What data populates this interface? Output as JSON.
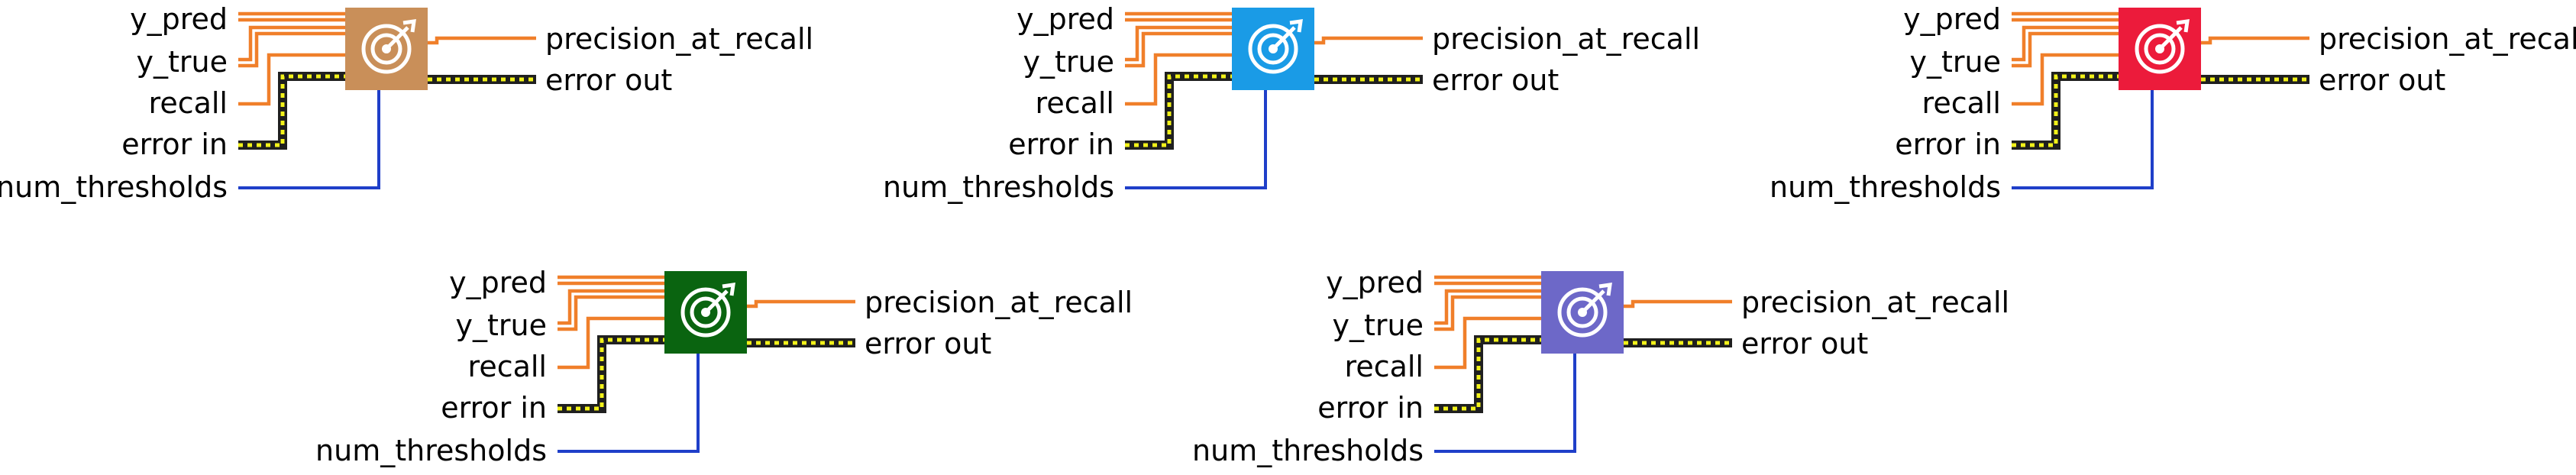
{
  "blocks": [
    {
      "color": "#c98f59",
      "inputs": {
        "y_pred": "y_pred",
        "y_true": "y_true",
        "recall": "recall",
        "error_in": "error in",
        "num_thresholds": "num_thresholds"
      },
      "outputs": {
        "precision": "precision_at_recall",
        "error_out": "error out"
      }
    },
    {
      "color": "#1a9be6",
      "inputs": {
        "y_pred": "y_pred",
        "y_true": "y_true",
        "recall": "recall",
        "error_in": "error in",
        "num_thresholds": "num_thresholds"
      },
      "outputs": {
        "precision": "precision_at_recall",
        "error_out": "error out"
      }
    },
    {
      "color": "#ec1b3b",
      "inputs": {
        "y_pred": "y_pred",
        "y_true": "y_true",
        "recall": "recall",
        "error_in": "error in",
        "num_thresholds": "num_thresholds"
      },
      "outputs": {
        "precision": "precision_at_recall",
        "error_out": "error out"
      }
    },
    {
      "color": "#0a6410",
      "inputs": {
        "y_pred": "y_pred",
        "y_true": "y_true",
        "recall": "recall",
        "error_in": "error in",
        "num_thresholds": "num_thresholds"
      },
      "outputs": {
        "precision": "precision_at_recall",
        "error_out": "error out"
      }
    },
    {
      "color": "#6d68c8",
      "inputs": {
        "y_pred": "y_pred",
        "y_true": "y_true",
        "recall": "recall",
        "error_in": "error in",
        "num_thresholds": "num_thresholds"
      },
      "outputs": {
        "precision": "precision_at_recall",
        "error_out": "error out"
      }
    }
  ],
  "icon": "target-icon",
  "wire_colors": {
    "data": "#f07f2a",
    "integer": "#1f3fc9",
    "error_outer": "#1f1f1f",
    "error_inner": "#f2f21a"
  }
}
